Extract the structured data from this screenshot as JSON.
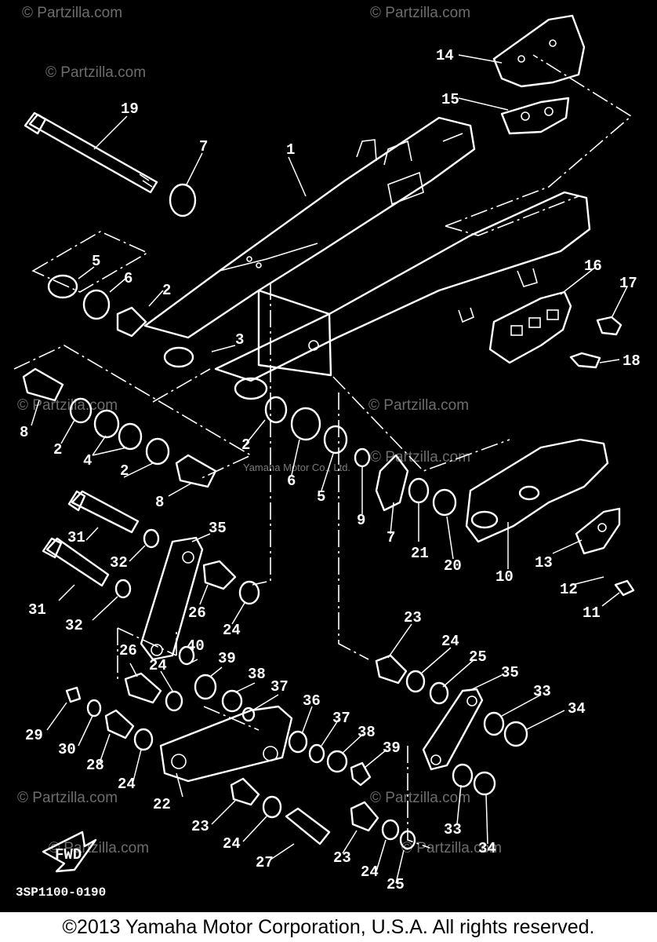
{
  "watermark": "© Partzilla.com",
  "center_watermark": "Yamaha Motor Co., Ltd.",
  "drawing_code": "3SP1100-0190",
  "fwd_label": "FWD",
  "copyright": "©2013 Yamaha Motor Corporation, U.S.A. All rights reserved.",
  "callouts": [
    "1",
    "2",
    "3",
    "4",
    "5",
    "6",
    "7",
    "8",
    "9",
    "10",
    "11",
    "12",
    "13",
    "14",
    "15",
    "16",
    "17",
    "18",
    "19",
    "20",
    "21",
    "22",
    "23",
    "24",
    "25",
    "26",
    "27",
    "28",
    "29",
    "30",
    "31",
    "32",
    "33",
    "34",
    "35",
    "36",
    "37",
    "38",
    "39",
    "40"
  ]
}
